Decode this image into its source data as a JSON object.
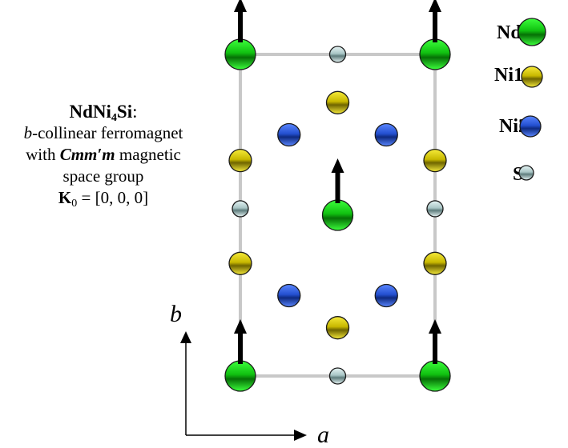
{
  "description": {
    "compound": {
      "base1": "NdNi",
      "sub": "4",
      "base2": "Si",
      "colon": ":"
    },
    "line2": {
      "italic": "b",
      "rest": "-collinear ferromagnet"
    },
    "line3": {
      "pre": "with ",
      "group": "Cmm′m",
      "post": " magnetic"
    },
    "line4": "space group",
    "line5": {
      "k": "K",
      "sub": "0",
      "rest": " = [0, 0, 0]"
    }
  },
  "legend": [
    {
      "label": "Nd",
      "species": "Nd"
    },
    {
      "label": "Ni1",
      "species": "Ni1"
    },
    {
      "label": "Ni2",
      "species": "Ni2"
    },
    {
      "label": "Si",
      "species": "Si"
    }
  ],
  "species_colors": {
    "Nd": {
      "light": "#3cff3c",
      "mid": "#10c010",
      "dark": "#067006"
    },
    "Ni1": {
      "light": "#f5ea3a",
      "mid": "#c8b800",
      "dark": "#6f6500"
    },
    "Ni2": {
      "light": "#5a86ff",
      "mid": "#2450d0",
      "dark": "#0e2a80"
    },
    "Si": {
      "light": "#e6f4f4",
      "mid": "#a9c6c6",
      "dark": "#5f7d7d"
    }
  },
  "frame_color": "#c8c8c8",
  "axes": {
    "vertical": "b",
    "horizontal": "a"
  },
  "atoms": [
    {
      "species": "Nd",
      "frac": [
        0,
        1
      ],
      "moment": "up"
    },
    {
      "species": "Nd",
      "frac": [
        1,
        1
      ],
      "moment": "up"
    },
    {
      "species": "Nd",
      "frac": [
        0.5,
        0.5
      ],
      "moment": "up"
    },
    {
      "species": "Nd",
      "frac": [
        0,
        0
      ],
      "moment": "up"
    },
    {
      "species": "Nd",
      "frac": [
        1,
        0
      ],
      "moment": "up"
    },
    {
      "species": "Si",
      "frac": [
        0.5,
        1
      ]
    },
    {
      "species": "Si",
      "frac": [
        0,
        0.52
      ]
    },
    {
      "species": "Si",
      "frac": [
        1,
        0.52
      ]
    },
    {
      "species": "Si",
      "frac": [
        0.5,
        0
      ]
    },
    {
      "species": "Ni1",
      "frac": [
        0.5,
        0.85
      ]
    },
    {
      "species": "Ni1",
      "frac": [
        0,
        0.67
      ]
    },
    {
      "species": "Ni1",
      "frac": [
        1,
        0.67
      ]
    },
    {
      "species": "Ni1",
      "frac": [
        0,
        0.35
      ]
    },
    {
      "species": "Ni1",
      "frac": [
        1,
        0.35
      ]
    },
    {
      "species": "Ni1",
      "frac": [
        0.5,
        0.15
      ]
    },
    {
      "species": "Ni2",
      "frac": [
        0.25,
        0.75
      ]
    },
    {
      "species": "Ni2",
      "frac": [
        0.75,
        0.75
      ]
    },
    {
      "species": "Ni2",
      "frac": [
        0.25,
        0.25
      ]
    },
    {
      "species": "Ni2",
      "frac": [
        0.75,
        0.25
      ]
    }
  ]
}
